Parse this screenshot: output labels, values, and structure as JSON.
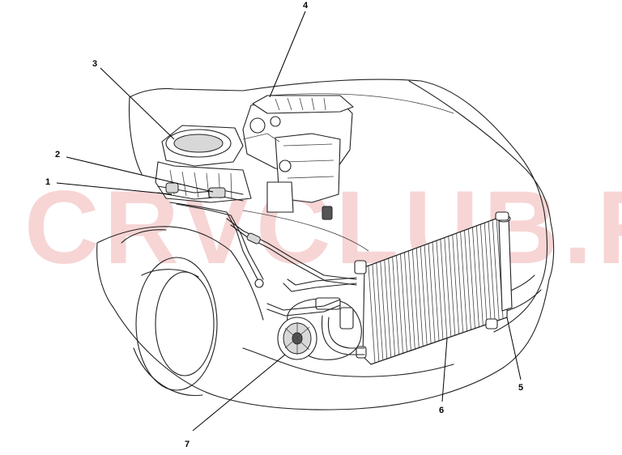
{
  "watermark": "CRVCLUB.RU",
  "callouts": [
    {
      "id": "1",
      "label": "1"
    },
    {
      "id": "2",
      "label": "2"
    },
    {
      "id": "3",
      "label": "3"
    },
    {
      "id": "4",
      "label": "4"
    },
    {
      "id": "5",
      "label": "5"
    },
    {
      "id": "6",
      "label": "6"
    },
    {
      "id": "7",
      "label": "7"
    }
  ]
}
